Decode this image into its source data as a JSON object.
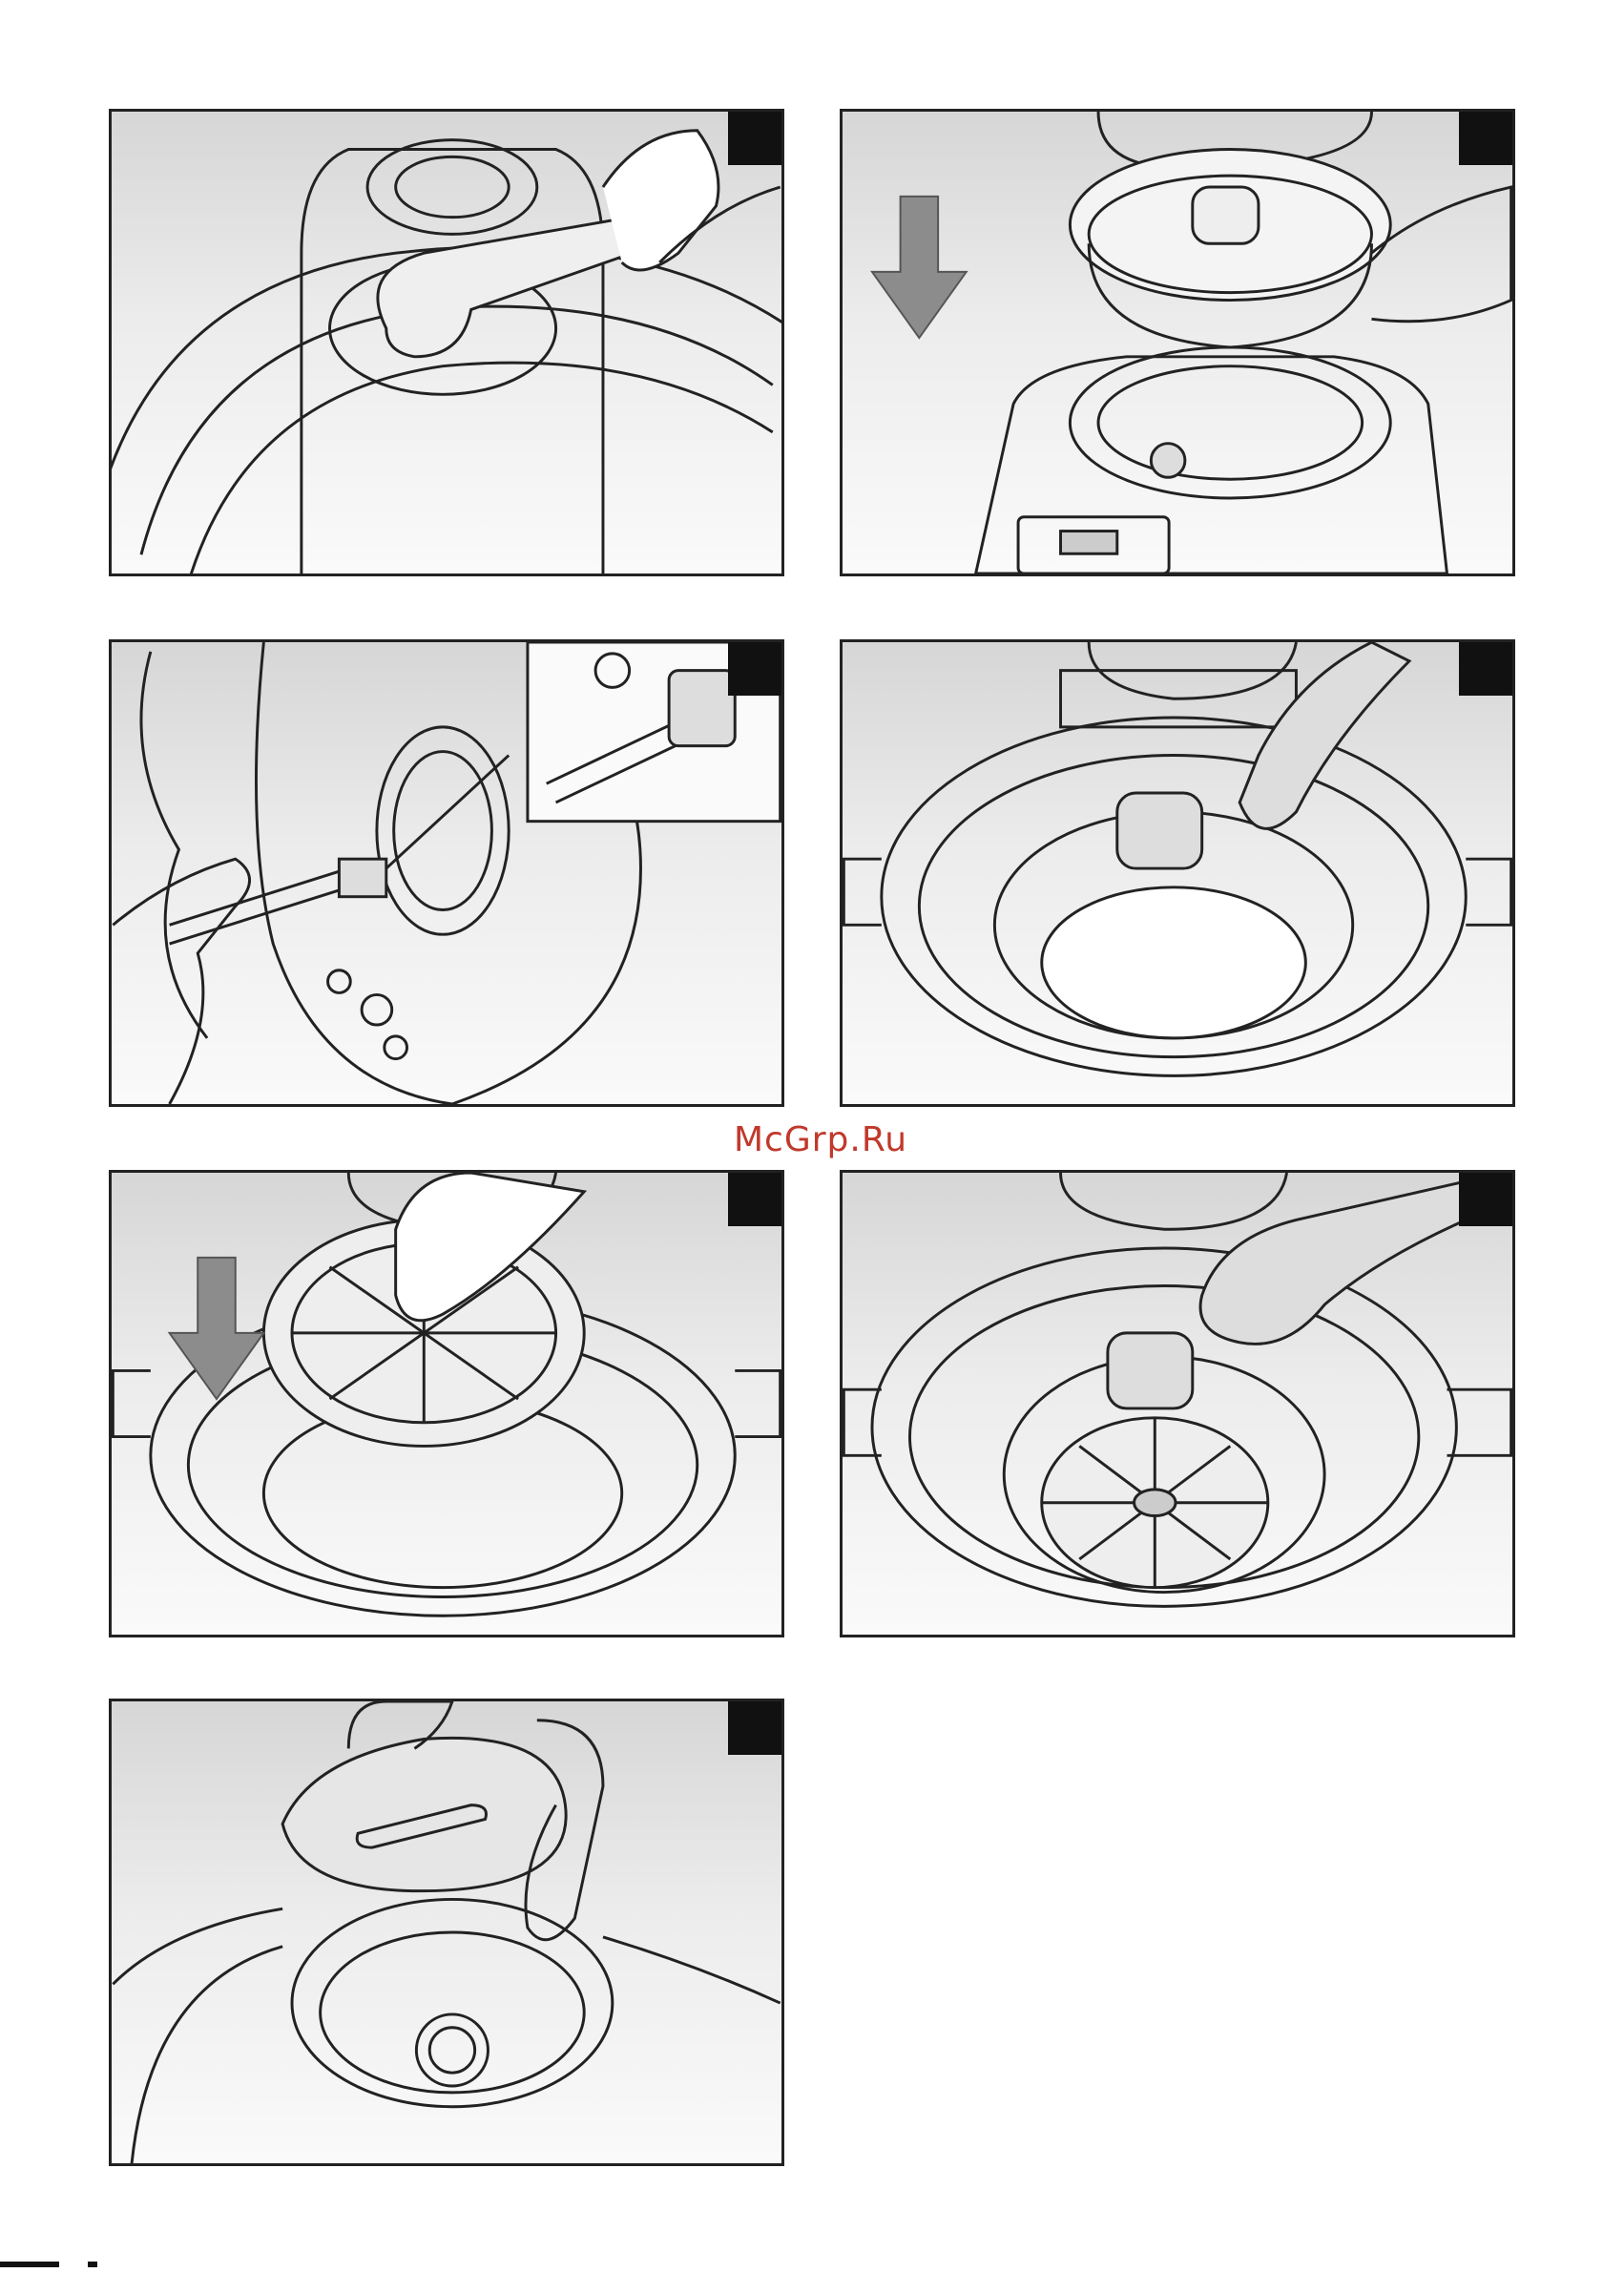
{
  "watermark": {
    "text": "McGrp.Ru"
  },
  "colors": {
    "watermark": "#c0392b",
    "frame": "#222222",
    "arrow": "#8c8c8c"
  },
  "panels": [
    {
      "id": "lid-handle",
      "icon": "lid-handle-illustration"
    },
    {
      "id": "inner-pot-removal",
      "icon": "inner-pot-illustration"
    },
    {
      "id": "valve-cleaning",
      "icon": "valve-illustration"
    },
    {
      "id": "open-bowl",
      "icon": "open-bowl-illustration"
    },
    {
      "id": "steam-plate-insert",
      "icon": "steam-plate-illustration"
    },
    {
      "id": "steam-plate-installed",
      "icon": "steam-plate-installed-illustration"
    },
    {
      "id": "steam-cap",
      "icon": "steam-cap-illustration"
    }
  ]
}
